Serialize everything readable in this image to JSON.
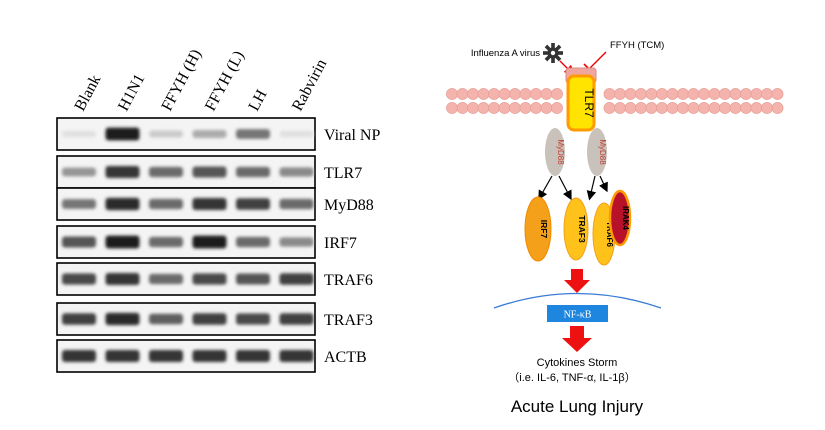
{
  "blot": {
    "lanes": [
      {
        "label": "Blank"
      },
      {
        "label": "H1N1"
      },
      {
        "label": "FFYH (H)"
      },
      {
        "label": "FFYH (L)"
      },
      {
        "label": "LH"
      },
      {
        "label": "Rabvirin"
      }
    ],
    "rows": [
      {
        "label": "Viral NP",
        "intensity": [
          0.05,
          0.95,
          0.15,
          0.3,
          0.55,
          0.05
        ]
      },
      {
        "label": "TLR7",
        "intensity": [
          0.4,
          0.85,
          0.6,
          0.7,
          0.6,
          0.45
        ]
      },
      {
        "label": "MyD88",
        "intensity": [
          0.55,
          0.9,
          0.6,
          0.85,
          0.8,
          0.6
        ]
      },
      {
        "label": "IRF7",
        "intensity": [
          0.7,
          0.95,
          0.6,
          0.95,
          0.6,
          0.45
        ]
      },
      {
        "label": "TRAF6",
        "intensity": [
          0.75,
          0.85,
          0.6,
          0.75,
          0.7,
          0.8
        ]
      },
      {
        "label": "TRAF3",
        "intensity": [
          0.8,
          0.9,
          0.65,
          0.8,
          0.75,
          0.8
        ]
      },
      {
        "label": "ACTB",
        "intensity": [
          0.85,
          0.85,
          0.85,
          0.85,
          0.85,
          0.85
        ]
      }
    ]
  },
  "pathway": {
    "virus_label": "Influenza A virus",
    "inhibitor_label": "FFYH (TCM)",
    "receptor_label": "TLR7",
    "adaptor_label_left": "MyD88",
    "adaptor_label_right": "MyD88",
    "effectors": [
      "IRF7",
      "TRAF3",
      "TRAF6",
      "IRAK4"
    ],
    "nfkb_label": "NF-κB",
    "outcome_title": "Cytokines Storm",
    "outcome_detail": "（i.e. IL-6, TNF-α, IL-1β）",
    "final_label": "Acute Lung Injury"
  },
  "colors": {
    "membrane": "#f4b3ac",
    "membrane_edge": "#e49a92",
    "receptor_fill": "#ffe000",
    "receptor_edge": "#ff9900",
    "adaptor_fill": "#c9c2bb",
    "adaptor_text": "#c0392b",
    "effector_fill": "#f5a623",
    "effector_dark": "#ff8c00",
    "irak4_fill": "#c0112b",
    "arrow_red": "#ee1111",
    "nfkb_box": "#1f86e0",
    "nucleus_line": "#3a7bd5"
  }
}
